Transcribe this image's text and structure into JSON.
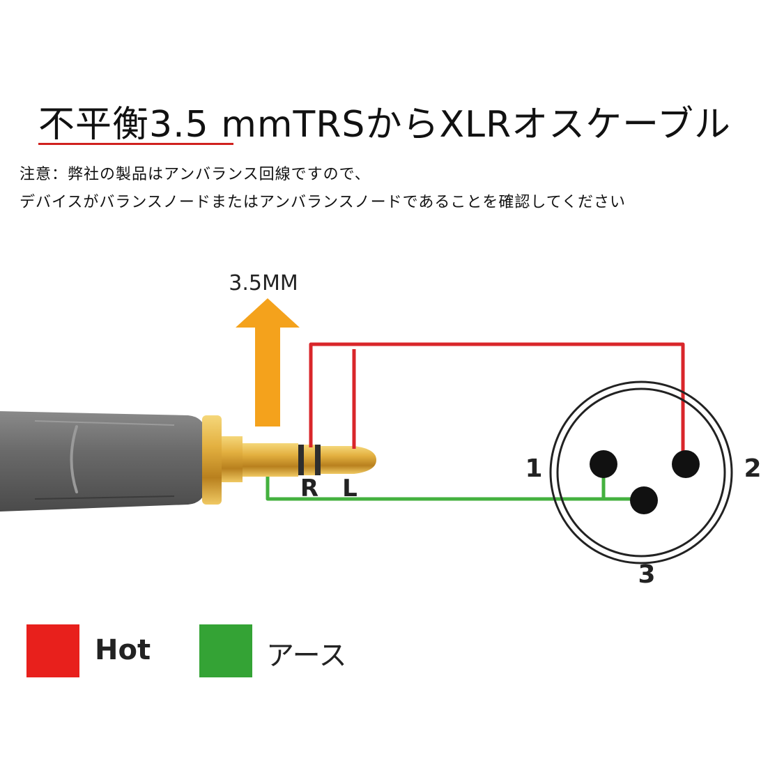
{
  "title": "不平衡3.5 mmTRSからXLRオスケーブル",
  "note_line1": "注意：弊社の製品はアンバランス回線ですので、",
  "note_line2": "デバイスがバランスノードまたはアンバランスノードであることを確認してください",
  "plug": {
    "size_label": "3.5MM",
    "ring_label_r": "R",
    "tip_label_l": "L",
    "arrow_icon": "up-arrow-icon"
  },
  "xlr": {
    "pin1_label": "1",
    "pin2_label": "2",
    "pin3_label": "3"
  },
  "legend": {
    "hot_label": "Hot",
    "earth_label": "アース"
  },
  "colors": {
    "hot_wire": "#d9262a",
    "earth_wire": "#44b13f",
    "arrow": "#f4a21c",
    "accent_underline": "#d0211e",
    "plug_gold": "#d9a02a",
    "plug_body": "#6f6f6f"
  }
}
